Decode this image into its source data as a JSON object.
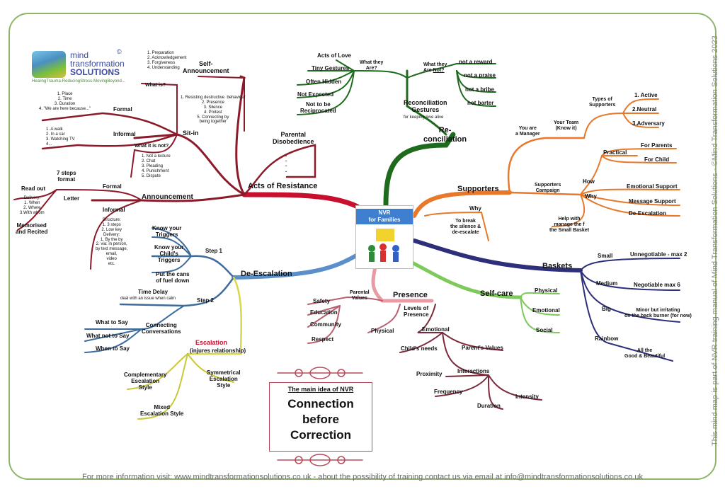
{
  "logo": {
    "line1": "mind",
    "line2": "transformation",
    "line3": "SOLUTIONS",
    "copyright": "©",
    "tagline": "HealingTrauma-ReducingStress-MovingBeyond..."
  },
  "center": {
    "title_line1": "NVR",
    "title_line2": "for Families"
  },
  "main_idea": {
    "heading": "The main idea of  NVR",
    "line1": "Connection",
    "line2": "before",
    "line3": "Correction"
  },
  "footer": "For more information visit: www.mindtransformationsolutions.co.uk - about the possibility of training contact us via email at info@mindtransformationsolutions.co.uk",
  "side_note": "This mind map is part of NVR training manual of Mind Transformation Solutions - ©Mind Transformation Solutions 2023",
  "acts": {
    "title": "Acts of Resistance",
    "self_announcement": "Self-\nAnnouncement",
    "sa_list": "1. Preparation\n2. Acknowledgement\n3. Forgiveness\n4. Understanding",
    "what_is": "What is?",
    "what_is_list": "1. Resisting destructive  behaviour\n2. Presence\n3. Silence\n4. Protest\n5. Connecting by\nbeing together",
    "sit_in": "Sit-in",
    "formal": "Formal",
    "formal_list": "1. Place\n2. Time\n3. Duration\n4. \"We are here because...\"",
    "informal": "Informal",
    "informal_list": "1. A walk\n2. In a car\n3. Watching TV\n4...",
    "what_it_is_not": "What it is not?",
    "not_list": "1. Not a lecture\n2. Chat\n3. Pleading\n4. Punishment\n5. Dispute",
    "parental_disobedience": "Parental\nDisobedience",
    "dots": ".\n.\n.\n.",
    "announcement": "Announcement",
    "ann_formal": "Formal",
    "steps7": "7 steps\nformat",
    "letter": "Letter",
    "read_out": "Read out",
    "delivery": "Delivery:\n1. When\n2. Where\n3.With whom",
    "memorised": "Memorised\nand Recited",
    "ann_informal": "Informal",
    "structure": "Structure:\n1. 3 steps\n2. Low key\nDelivery:\n1. By the by\n2. via: in person,\nby text message,\nemail,\nvideo\netc."
  },
  "deesc": {
    "title": "De-Escalation",
    "step1": "Step 1",
    "know_triggers": "Know your\nTriggers",
    "know_child": "Know your\nChild's\nTriggers",
    "put_cans": "Put the cans\nof fuel down",
    "step2": "Step 2",
    "time_delay": "Time Delay",
    "time_delay_sub": "deal with an issue when calm",
    "connecting": "Connecting\nConversations",
    "what_to_say": "What to Say",
    "what_not": "What not to Say",
    "when_to_say": "When to Say",
    "escalation": "Escalation",
    "escalation_sub": "(injures relationship)",
    "complementary": "Complementary\nEscalation\nStyle",
    "symmetrical": "Symmetrical\nEscalation\nStyle",
    "mixed": "Mixed\nEscalation Style"
  },
  "recon": {
    "title": "Re-\nconciliation",
    "gestures": "Reconciliation\nGestures",
    "gestures_sub": "for keeping love alive",
    "what_they_are": "What they\nAre?",
    "acts_of_love": "Acts of Love",
    "tiny": "Tiny Gestures",
    "hidden": "Often Hidden",
    "not_expected": "Not Expected",
    "not_recip": "Not to be\nReciprocated",
    "what_not": "What they\nAre ",
    "not_word": "Not?",
    "reward": "not a reward",
    "praise": "not a praise",
    "bribe": "not a bribe",
    "barter": "not barter"
  },
  "supporters": {
    "title": "Supporters",
    "manager": "You are\na Manager",
    "team": "Your Team\n(Know it)",
    "types": "Types of\nSupporters",
    "active": "1. Active",
    "neutral": "2.Neutral",
    "adversary": "3.Adversary",
    "campaign": "Supporters\nCampaign",
    "how": "How",
    "practical": "Practical",
    "for_parents": "For Parents",
    "for_child": "For Child",
    "emotional": "Emotional Support",
    "message": "Message Support",
    "deesc": "De-Escalation",
    "why": "Why",
    "help": "Help with\nmanage the f\nthe Small Basket",
    "why2": "Why",
    "break": "To break\nthe silence &\nde-escalate"
  },
  "baskets": {
    "title": "Baskets",
    "small": "Small",
    "small_d": "Unnegotiable - max 2",
    "medium": "Medium",
    "medium_d": "Negotiable  max 6",
    "big": "Big",
    "big_d": "Minor but irritating\non the back burner (for now)",
    "rainbow": "Rainbow",
    "rainbow_d": "All the\nGood & Beautiful"
  },
  "selfcare": {
    "title": "Self-care",
    "physical": "Physical",
    "emotional": "Emotional",
    "social": "Social"
  },
  "presence": {
    "title": "Presence",
    "values": "Parental\nValues",
    "safety": "Safety",
    "education": "Education",
    "community": "Community",
    "respect": "Respect",
    "levels": "Levels of\nPresence",
    "physical": "Physical",
    "emotional": "Emotional",
    "childs_needs": "Child's needs",
    "parents_values": "Parent's Values",
    "interactions": "Interactions",
    "proximity": "Proximity",
    "frequency": "Frequency",
    "duration": "Duration",
    "intensity": "Intensity"
  },
  "colors": {
    "acts": "#c8102e",
    "deesc": "#5b8fc9",
    "recon": "#1e6b1e",
    "supporters": "#e8782a",
    "baskets": "#2e2f7a",
    "selfcare": "#7dc95c",
    "presence": "#e89aa5",
    "escalation": "#d8d84a",
    "frame": "#8fb56a"
  }
}
